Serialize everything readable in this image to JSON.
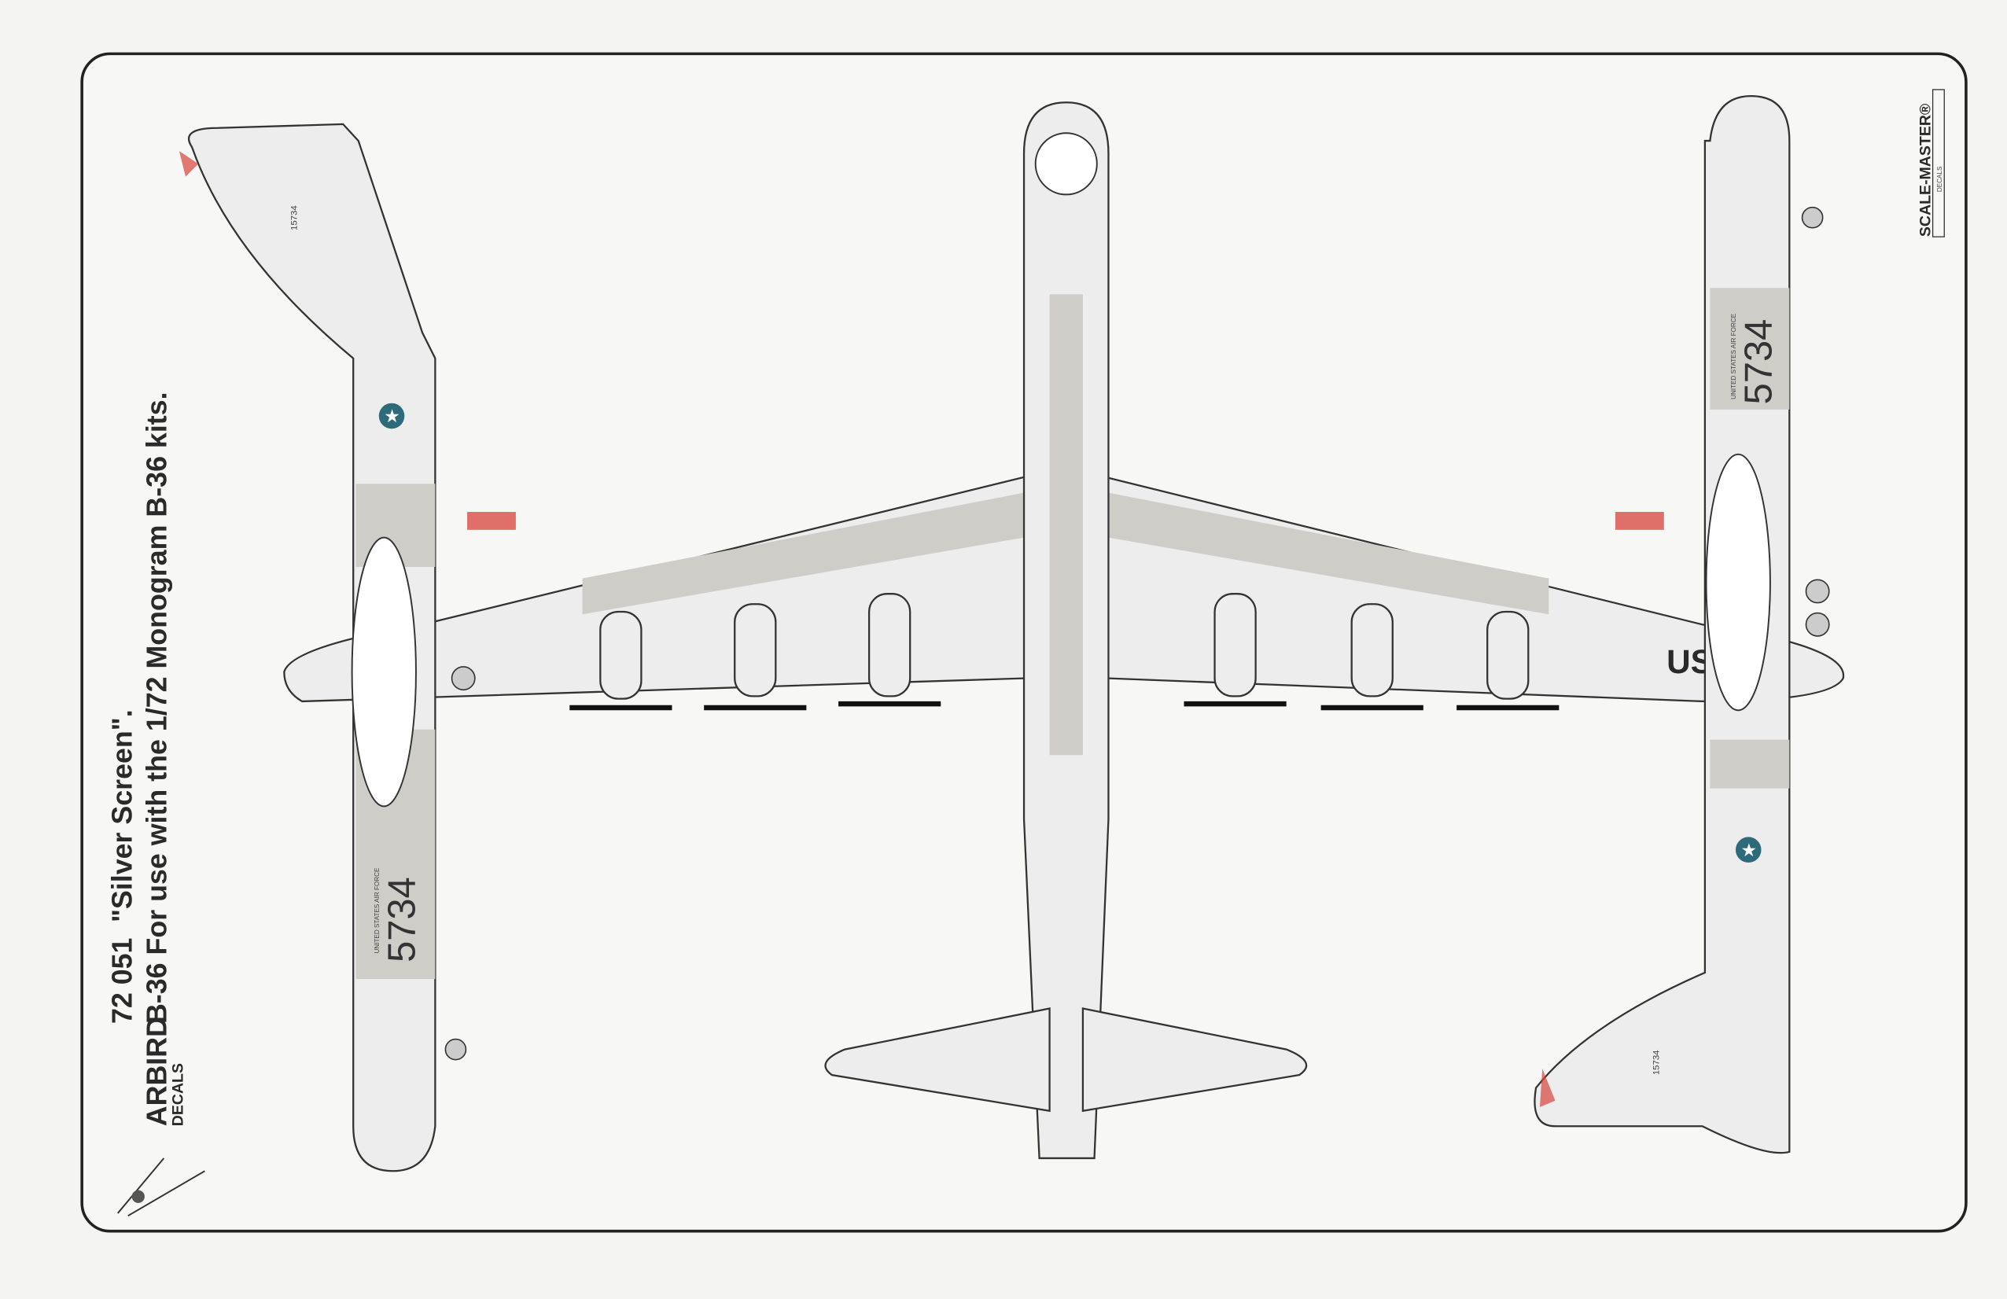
{
  "header": {
    "code": "72 051",
    "title": "\"Silver Screen\".",
    "subtitle": "B-36 For use with the 1/72 Monogram B-36 kits."
  },
  "brand": {
    "logo_text": "ARBIRD",
    "logo_sub": "DECALS",
    "printer": "SCALE-MASTER®",
    "printer_sub": "DECALS"
  },
  "markings": {
    "serial": "5734",
    "usaf": "UNITED STATES AIR FORCE",
    "tail_number": "15734",
    "wing_letters": "US"
  },
  "colors": {
    "paper": "#f4f4f2",
    "panel": "#cfcdc8",
    "insignia_blue": "#2d6b7a",
    "warning_red": "#d9423a"
  }
}
